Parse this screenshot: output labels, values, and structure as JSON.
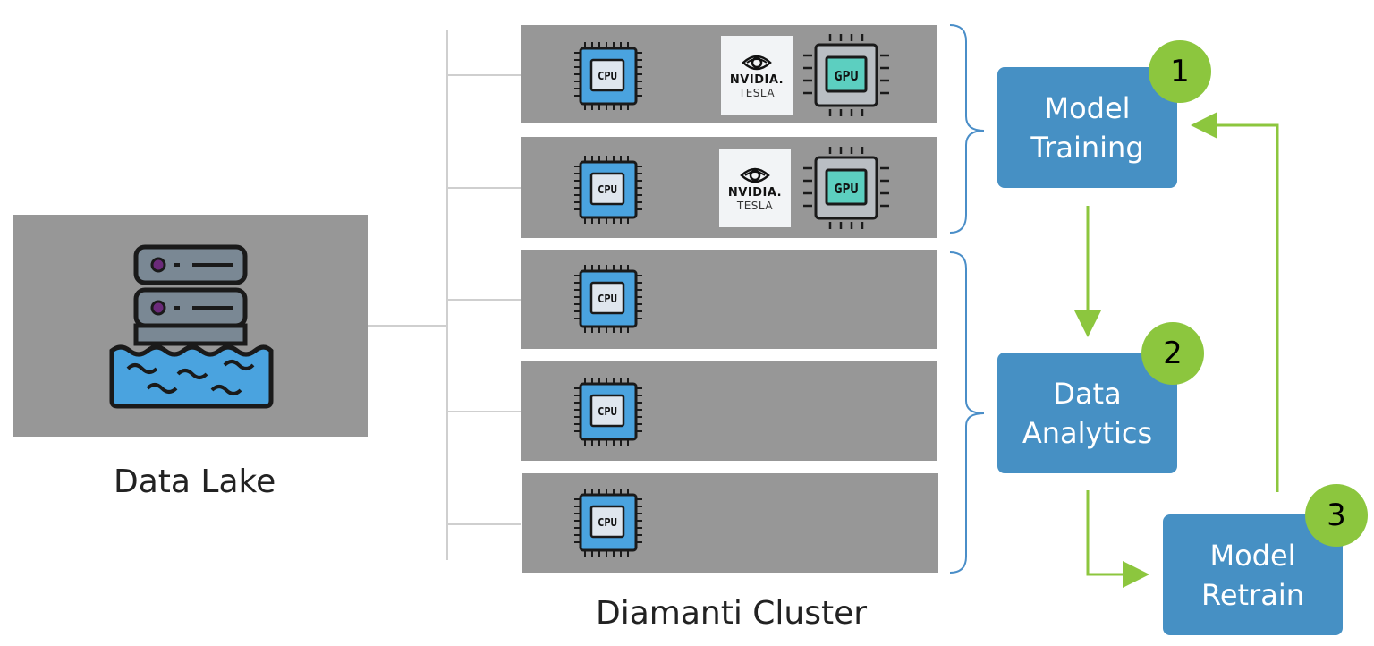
{
  "data_lake": {
    "label": "Data Lake"
  },
  "cluster": {
    "label": "Diamanti Cluster",
    "cpu_label": "CPU",
    "gpu_label": "GPU",
    "nvidia_brand": "NVIDIA.",
    "nvidia_model": "TESLA"
  },
  "steps": [
    {
      "number": "1",
      "label": "Model\nTraining"
    },
    {
      "number": "2",
      "label": "Data\nAnalytics"
    },
    {
      "number": "3",
      "label": "Model\nRetrain"
    }
  ],
  "colors": {
    "node_gray": "#979797",
    "step_blue": "#4690c4",
    "badge_green": "#8cc63e",
    "arrow_green": "#8cc63e",
    "bracket_blue": "#4a8ec8",
    "chip_blue": "#4aa3df"
  }
}
